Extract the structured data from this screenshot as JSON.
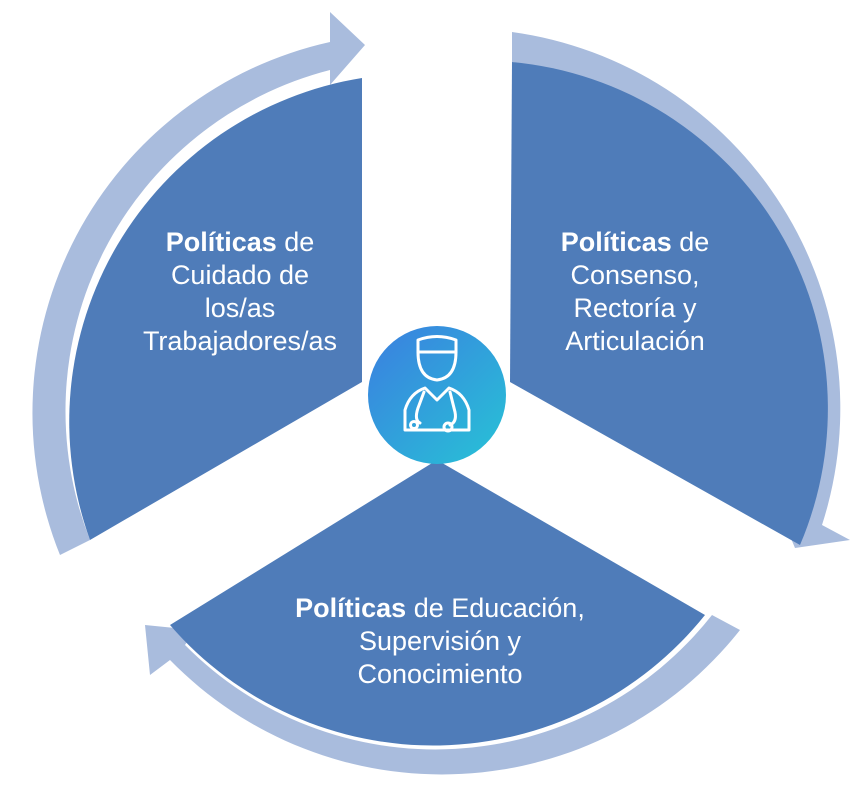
{
  "diagram": {
    "type": "cycle",
    "colors": {
      "segment": "#4f7cb9",
      "arrow": "#a9bcdd",
      "hub_gradient_start": "#3b7ee0",
      "hub_gradient_end": "#27c3d6",
      "icon_stroke": "#ffffff"
    },
    "hub_icon": "doctor-stethoscope-icon",
    "segments": [
      {
        "id": "left",
        "bold": "Políticas",
        "rest": " de",
        "lines": [
          "Cuidado de",
          "los/as",
          "Trabajadores/as"
        ]
      },
      {
        "id": "right",
        "bold": "Políticas",
        "rest": " de",
        "lines": [
          "Consenso,",
          "Rectoría y",
          "Articulación"
        ]
      },
      {
        "id": "bottom",
        "bold": "Políticas",
        "rest": " de Educación,",
        "lines": [
          "Supervisión y",
          "Conocimiento"
        ]
      }
    ]
  }
}
